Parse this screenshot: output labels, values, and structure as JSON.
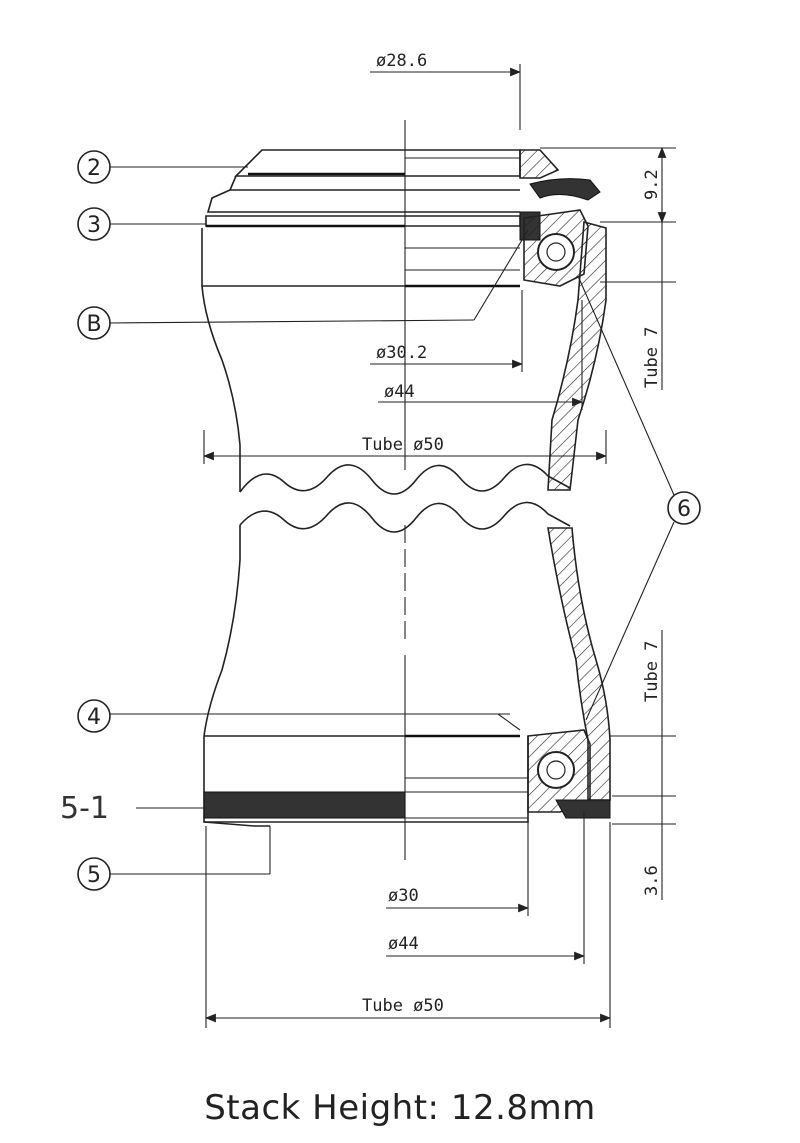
{
  "dimensions": {
    "top_cup_inner": "ø28.6",
    "top_height": "9.2",
    "top_race": "ø30.2",
    "top_bearing_od": "ø44",
    "top_tube": "Tube ø50",
    "top_tube_depth": "Tube 7",
    "bottom_tube_depth": "Tube 7",
    "bottom_race": "ø30",
    "bottom_bearing_od": "ø44",
    "bottom_tube": "Tube ø50",
    "bottom_height": "3.6"
  },
  "callouts": {
    "c2": "2",
    "c3": "3",
    "cB": "B",
    "c6": "6",
    "c4": "4",
    "c51": "5-1",
    "c5": "5"
  },
  "caption": "Stack Height: 12.8mm"
}
